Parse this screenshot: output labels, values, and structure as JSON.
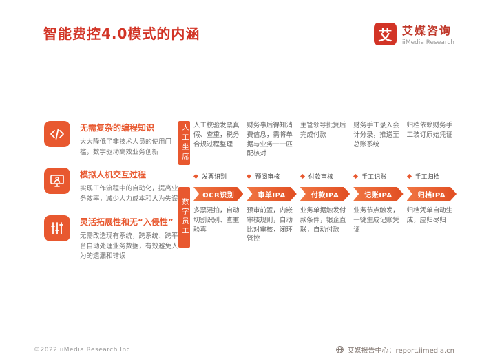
{
  "page": {
    "title": "智能费控4.0模式的内涵"
  },
  "logo": {
    "mark": "艾",
    "cn": "艾媒咨询",
    "en": "iiMedia Research"
  },
  "features": [
    {
      "icon": "code-icon",
      "title": "无需复杂的编程知识",
      "body": "大大降低了非技术人员的使用门槛，数字驱动高效业务创新"
    },
    {
      "icon": "human-computer-icon",
      "title": "模拟人机交互过程",
      "body": "实现工作流程中的自动化，提高业务效率，减少人力成本和人为失误"
    },
    {
      "icon": "sliders-icon",
      "title": "灵活拓展性和无“入侵性”",
      "body": "无需改造现有系统，跨系统、跨平台自动处理业务数据，有效避免人为的遗漏和错误"
    }
  ],
  "process": {
    "manual_label": "人工坐席",
    "digital_label": "数字员工",
    "columns": [
      {
        "manual": "人工校验发票真假、查重，税务合规过程整理",
        "stage": "发票识别",
        "arrow": "OCR识别",
        "digital": "多票混拍，自动切割识别、查重验真"
      },
      {
        "manual": "财务事后得知消费信息，需将单据与业务一一匹配核对",
        "stage": "预阅审核",
        "arrow": "审单IPA",
        "digital": "预审前置，内嵌审核规则，自动比对审核，闭环管控"
      },
      {
        "manual": "主管领导批复后完成付款",
        "stage": "付款审核",
        "arrow": "付款IPA",
        "digital": "业务单据触发付款条件，银企直联，自动付款"
      },
      {
        "manual": "财务手工录入会计分录，推送至总账系统",
        "stage": "手工记账",
        "arrow": "记账IPA",
        "digital": "业务节点触发，一键生成记账凭证"
      },
      {
        "manual": "归档依赖财务手工装订原始凭证",
        "stage": "手工归档",
        "arrow": "归档IPA",
        "digital": "归档凭单自动生成，应归尽归"
      }
    ]
  },
  "footer": {
    "left": "©2022  iiMedia Research  Inc",
    "right": "艾媒报告中心：report.iimedia.cn"
  },
  "colors": {
    "accent": "#e8582f",
    "title_red": "#d23426",
    "text_gray": "#666666"
  }
}
